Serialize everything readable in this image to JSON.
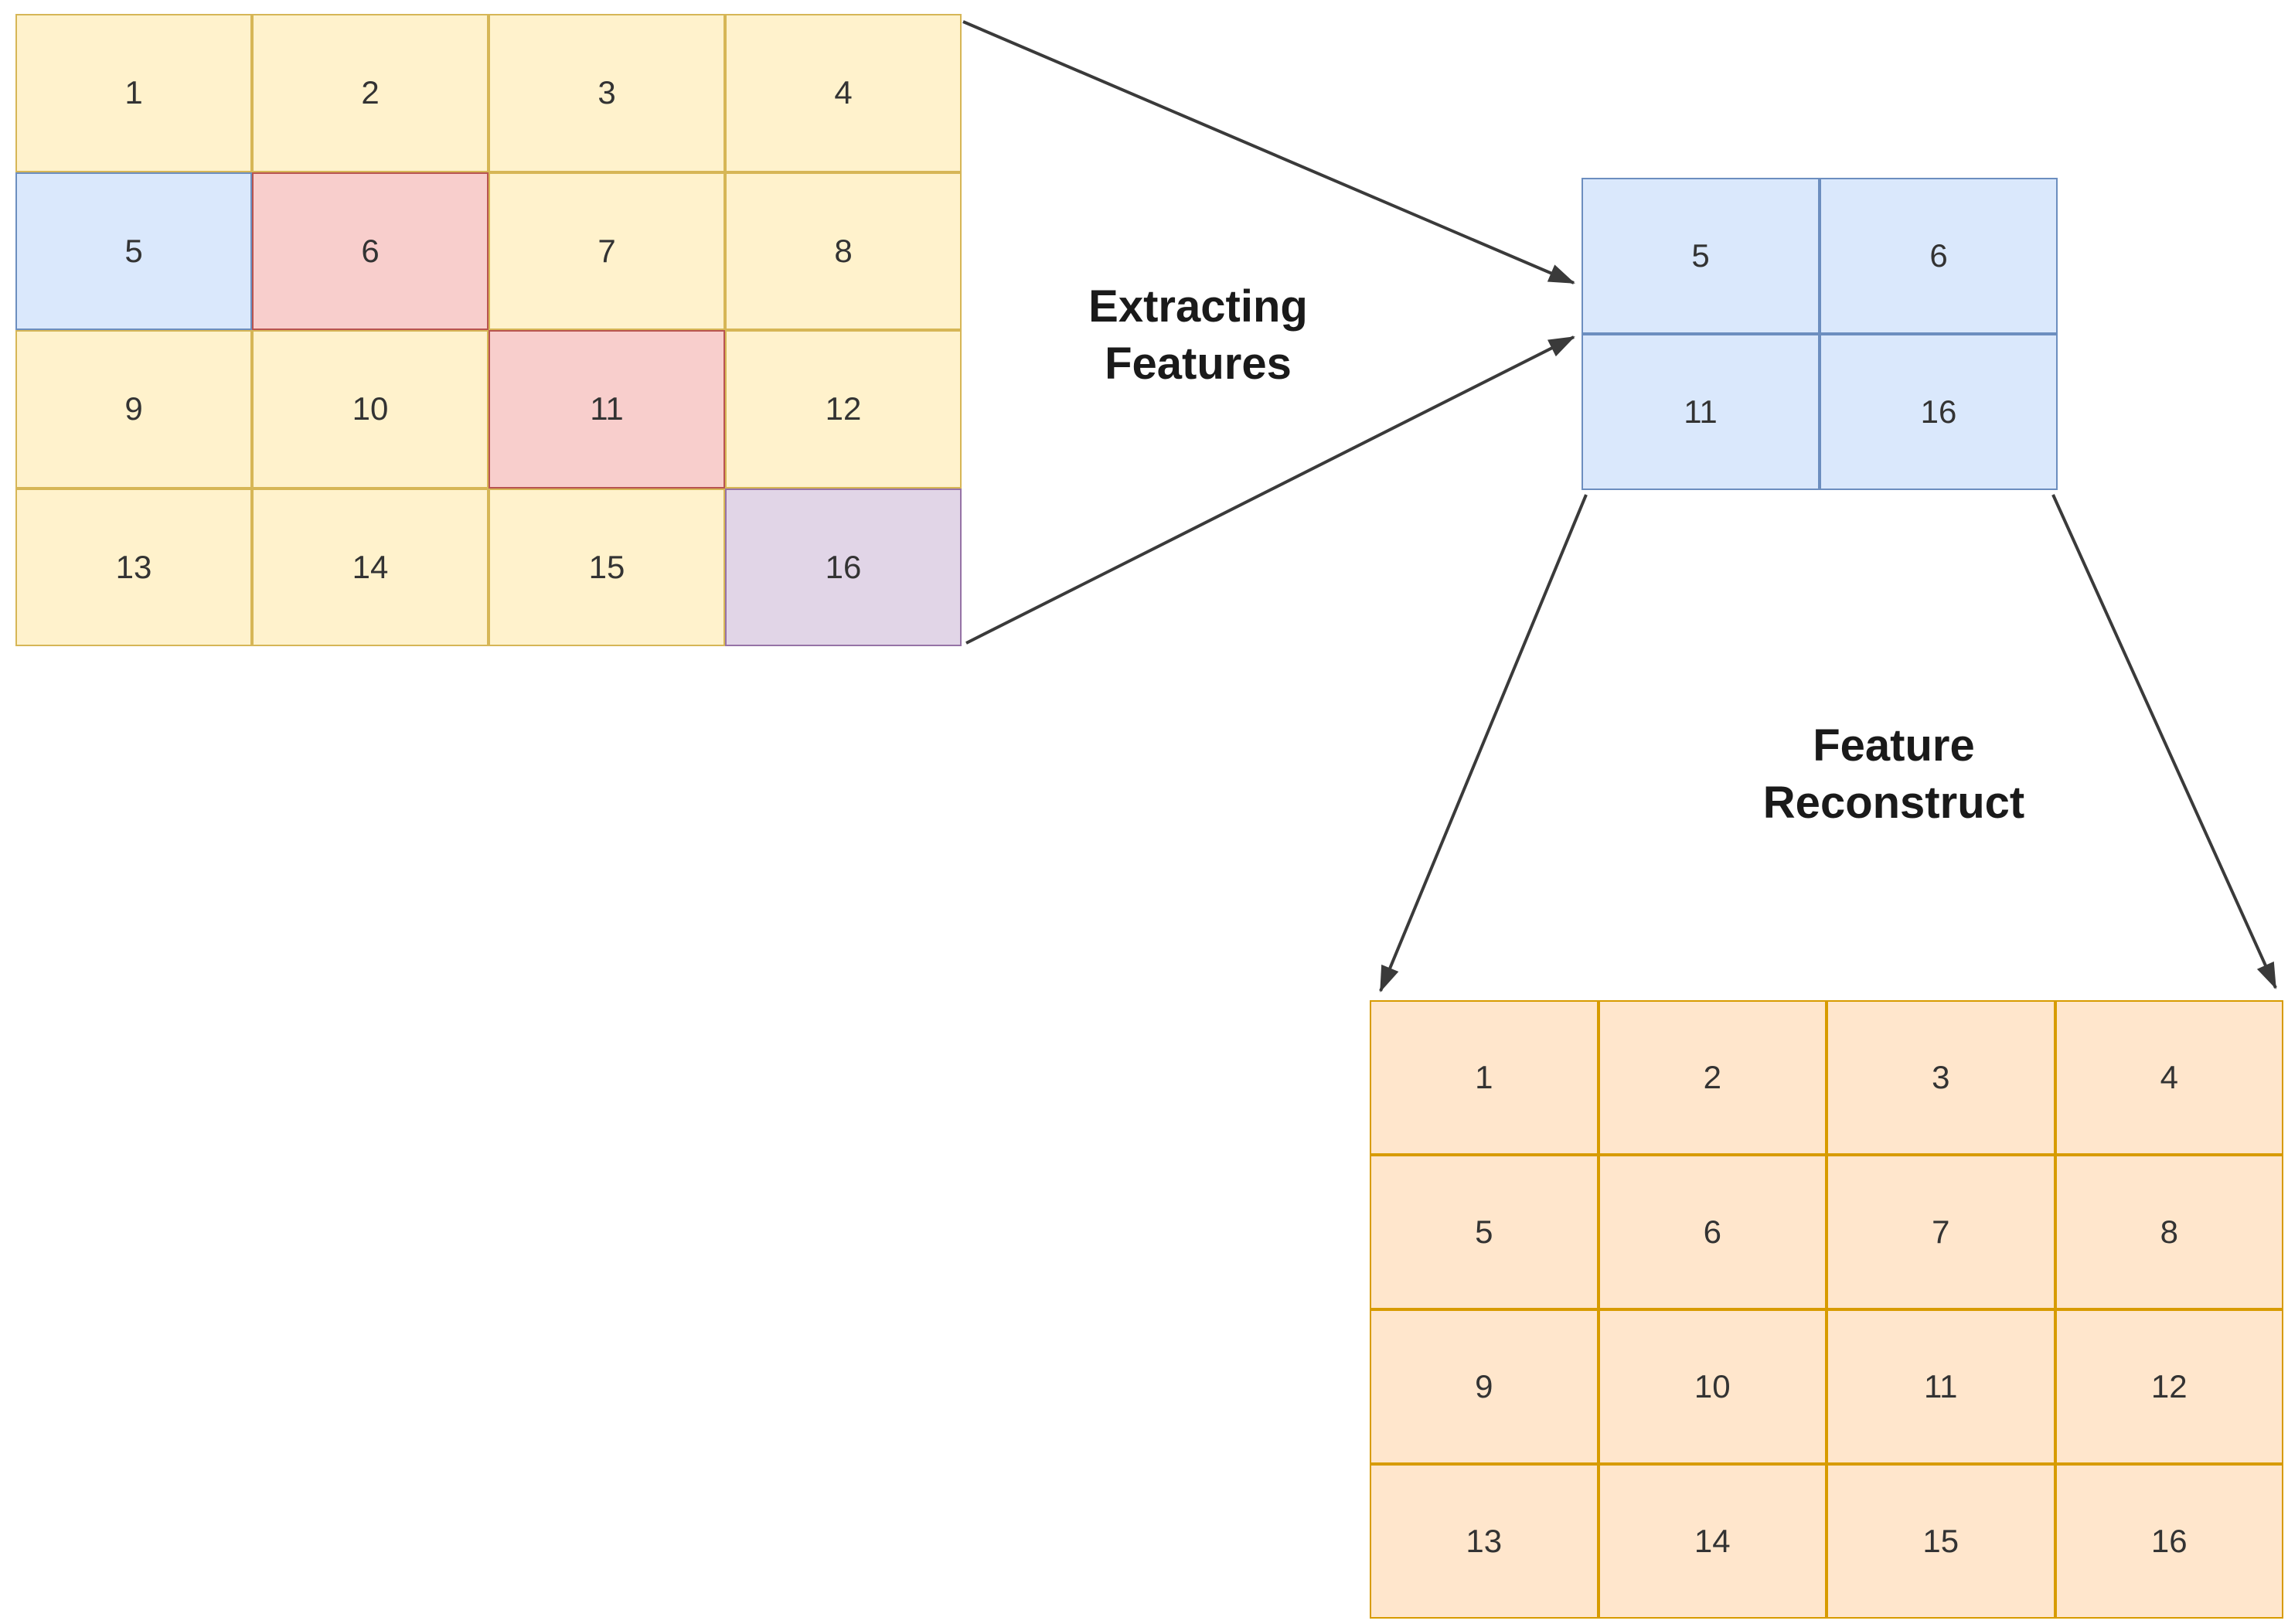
{
  "labels": {
    "extracting_line1": "Extracting",
    "extracting_line2": "Features",
    "reconstruct_line1": "Feature",
    "reconstruct_line2": "Reconstruct"
  },
  "colors": {
    "background": "#ffffff",
    "text": "#333333",
    "arrow": "#3a3a3a",
    "yellow_fill": "#fff2cc",
    "yellow_border": "#d6b656",
    "blue_fill": "#dae8fc",
    "blue_border": "#6c8ebf",
    "pink_fill": "#f8cecc",
    "pink_border": "#b85450",
    "purple_fill": "#e1d5e7",
    "purple_border": "#9673a6",
    "orange_fill": "#ffe6cc",
    "orange_border": "#d79b00"
  },
  "input_grid": {
    "rows": 4,
    "cols": 4,
    "cells": [
      {
        "value": "1",
        "type": "yellow"
      },
      {
        "value": "2",
        "type": "yellow"
      },
      {
        "value": "3",
        "type": "yellow"
      },
      {
        "value": "4",
        "type": "yellow"
      },
      {
        "value": "5",
        "type": "blue"
      },
      {
        "value": "6",
        "type": "pink"
      },
      {
        "value": "7",
        "type": "yellow"
      },
      {
        "value": "8",
        "type": "yellow"
      },
      {
        "value": "9",
        "type": "yellow"
      },
      {
        "value": "10",
        "type": "yellow"
      },
      {
        "value": "11",
        "type": "pink"
      },
      {
        "value": "12",
        "type": "yellow"
      },
      {
        "value": "13",
        "type": "yellow"
      },
      {
        "value": "14",
        "type": "yellow"
      },
      {
        "value": "15",
        "type": "yellow"
      },
      {
        "value": "16",
        "type": "purple"
      }
    ]
  },
  "feature_grid": {
    "rows": 2,
    "cols": 2,
    "cells": [
      {
        "value": "5",
        "type": "blue"
      },
      {
        "value": "6",
        "type": "blue"
      },
      {
        "value": "11",
        "type": "blue"
      },
      {
        "value": "16",
        "type": "blue"
      }
    ]
  },
  "output_grid": {
    "rows": 4,
    "cols": 4,
    "cells": [
      {
        "value": "1",
        "type": "orange"
      },
      {
        "value": "2",
        "type": "orange"
      },
      {
        "value": "3",
        "type": "orange"
      },
      {
        "value": "4",
        "type": "orange"
      },
      {
        "value": "5",
        "type": "orange"
      },
      {
        "value": "6",
        "type": "orange"
      },
      {
        "value": "7",
        "type": "orange"
      },
      {
        "value": "8",
        "type": "orange"
      },
      {
        "value": "9",
        "type": "orange"
      },
      {
        "value": "10",
        "type": "orange"
      },
      {
        "value": "11",
        "type": "orange"
      },
      {
        "value": "12",
        "type": "orange"
      },
      {
        "value": "13",
        "type": "orange"
      },
      {
        "value": "14",
        "type": "orange"
      },
      {
        "value": "15",
        "type": "orange"
      },
      {
        "value": "16",
        "type": "orange"
      }
    ]
  }
}
